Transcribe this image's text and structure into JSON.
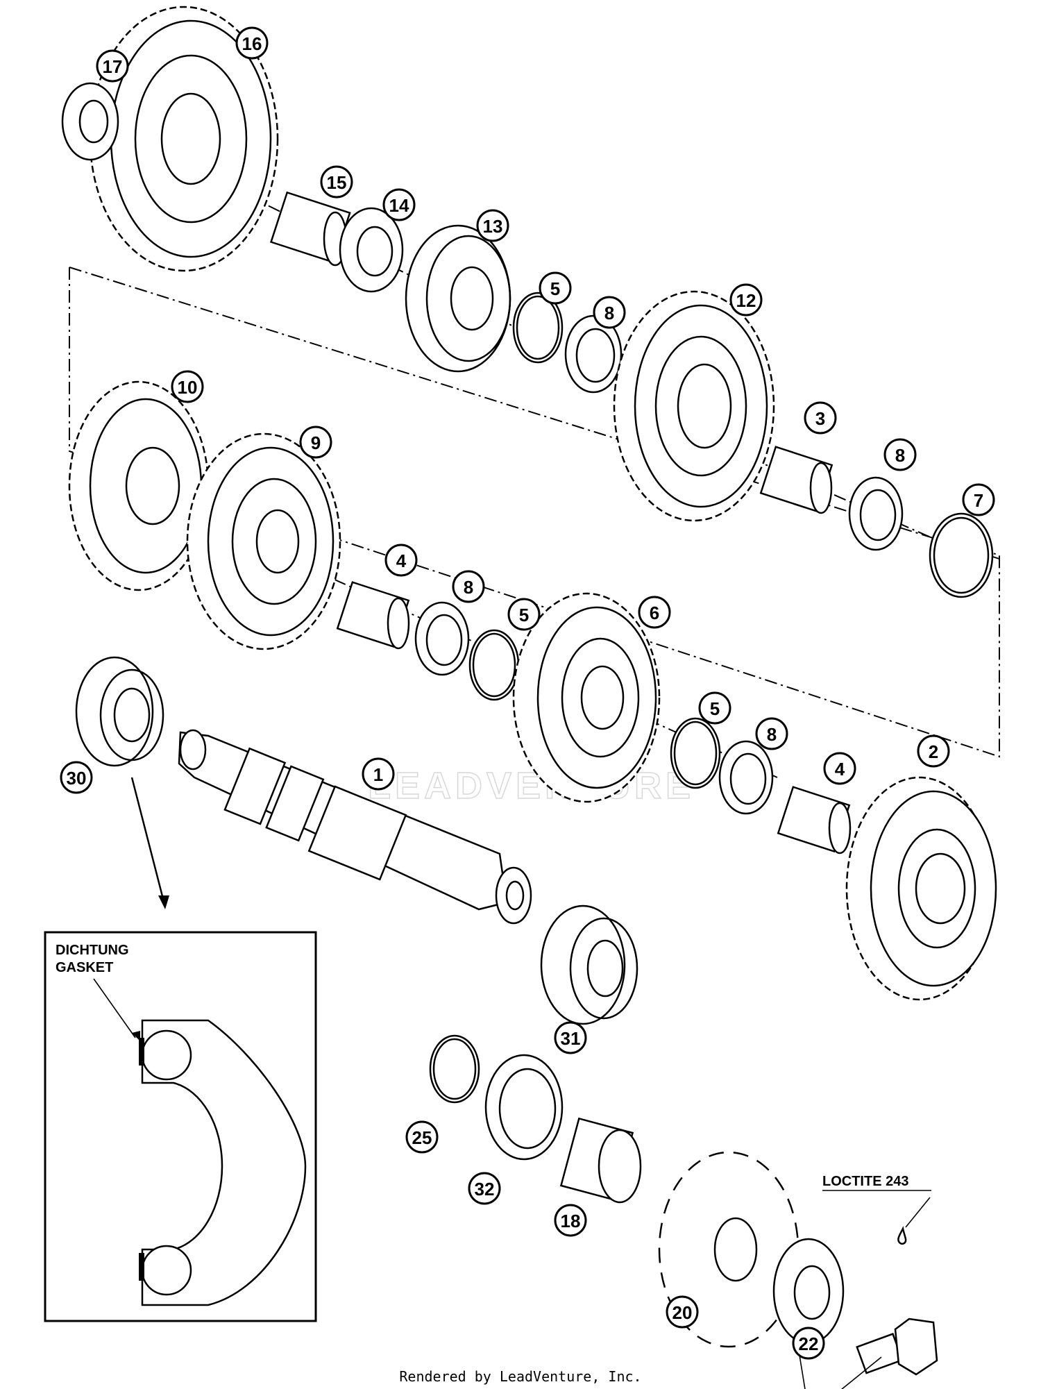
{
  "callouts": [
    {
      "id": "17",
      "label": "17"
    },
    {
      "id": "16",
      "label": "16"
    },
    {
      "id": "15",
      "label": "15"
    },
    {
      "id": "14",
      "label": "14"
    },
    {
      "id": "13",
      "label": "13"
    },
    {
      "id": "5a",
      "label": "5"
    },
    {
      "id": "8a",
      "label": "8"
    },
    {
      "id": "12",
      "label": "12"
    },
    {
      "id": "10",
      "label": "10"
    },
    {
      "id": "9",
      "label": "9"
    },
    {
      "id": "3",
      "label": "3"
    },
    {
      "id": "8b",
      "label": "8"
    },
    {
      "id": "7",
      "label": "7"
    },
    {
      "id": "4a",
      "label": "4"
    },
    {
      "id": "8c",
      "label": "8"
    },
    {
      "id": "5b",
      "label": "5"
    },
    {
      "id": "6",
      "label": "6"
    },
    {
      "id": "30",
      "label": "30"
    },
    {
      "id": "1",
      "label": "1"
    },
    {
      "id": "5c",
      "label": "5"
    },
    {
      "id": "8d",
      "label": "8"
    },
    {
      "id": "4b",
      "label": "4"
    },
    {
      "id": "2",
      "label": "2"
    },
    {
      "id": "31",
      "label": "31"
    },
    {
      "id": "25",
      "label": "25"
    },
    {
      "id": "32",
      "label": "32"
    },
    {
      "id": "18",
      "label": "18"
    },
    {
      "id": "20",
      "label": "20"
    },
    {
      "id": "22",
      "label": "22"
    }
  ],
  "inset": {
    "line1": "DICHTUNG",
    "line2": "GASKET"
  },
  "loctite_note": "LOCTITE 243",
  "watermark": "LEADVENTURE",
  "footer": "Rendered by LeadVenture, Inc."
}
